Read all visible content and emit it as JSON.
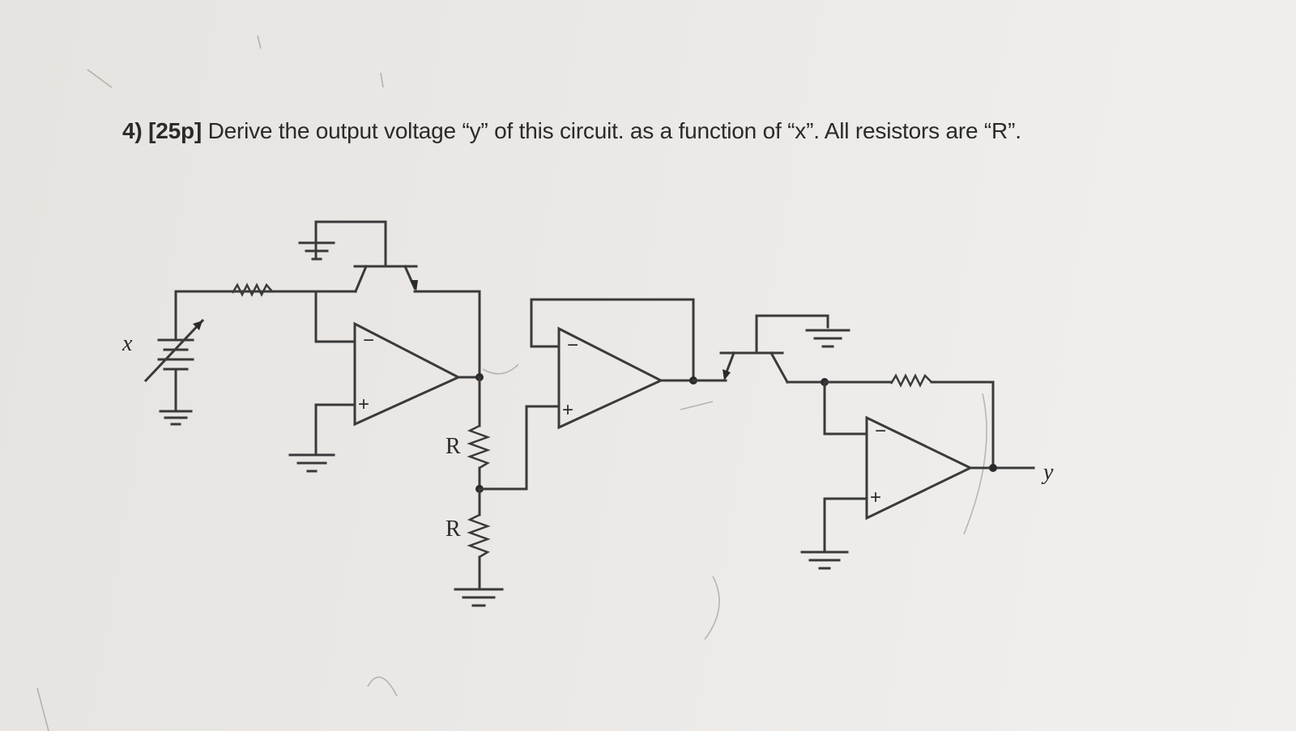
{
  "question": {
    "number": "4)",
    "points": "[25p]",
    "text": "Derive the output voltage “y” of this circuit. as a function of “x”. All resistors are “R”."
  },
  "circuit": {
    "input_label": "x",
    "output_label": "y",
    "resistor_label_1": "R",
    "resistor_label_2": "R",
    "opamp_1": {
      "inverting": "−",
      "non_inverting": "+"
    },
    "opamp_2": {
      "inverting": "−",
      "non_inverting": "+"
    },
    "opamp_3": {
      "inverting": "−",
      "non_inverting": "+"
    }
  }
}
